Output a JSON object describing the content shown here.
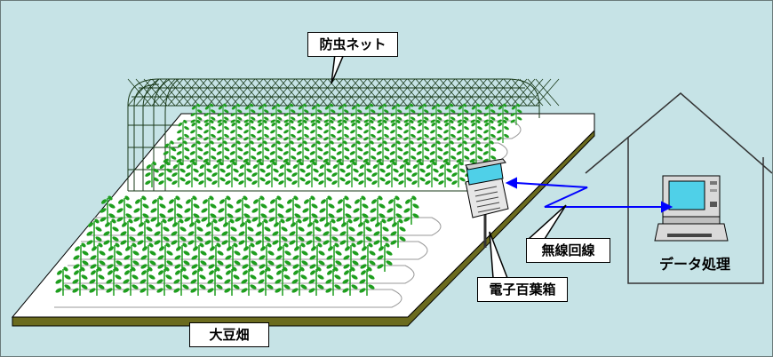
{
  "labels": {
    "net": "防虫ネット",
    "box": "電子百葉箱",
    "wireless": "無線回線",
    "data": "データ処理",
    "field": "大豆畑"
  },
  "colors": {
    "background": "#c6e3e6",
    "field_top": "#ffffff",
    "field_edge": "#6b6b1e",
    "plant": "#1e9e1e",
    "wireless_arrow": "#0000ff",
    "screen": "#4fd0e8"
  }
}
